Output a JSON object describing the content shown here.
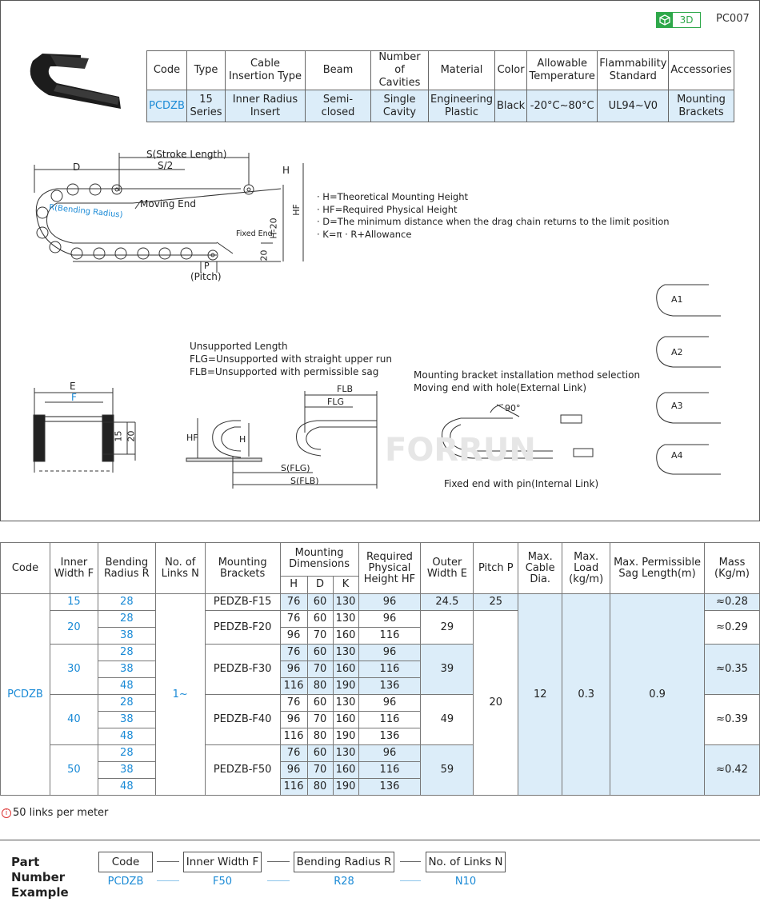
{
  "header": {
    "badge_3d": "3D",
    "product_code": "PC007"
  },
  "spec_table": {
    "headers": [
      "Code",
      "Type",
      "Cable Insertion Type",
      "Beam",
      "Number of Cavities",
      "Material",
      "Color",
      "Allowable Temperature",
      "Flammability Standard",
      "Accessories"
    ],
    "values": [
      "PCDZB",
      "15 Series",
      "Inner Radius Insert",
      "Semi-closed",
      "Single Cavity",
      "Engineering Plastic",
      "Black",
      "-20°C~80°C",
      "UL94~V0",
      "Mounting Brackets"
    ]
  },
  "drawing_labels": {
    "stroke": "S(Stroke Length)",
    "half": "S/2",
    "d": "D",
    "moving_end": "Moving End",
    "bending_radius": "R(Bending Radius)",
    "fixed_end": "Fixed End",
    "pitch_p": "P",
    "pitch": "(Pitch)",
    "h": "H",
    "hf": "HF",
    "h20": "H-20",
    "twenty": "20",
    "e": "E",
    "f": "F",
    "fifteen": "15",
    "twenty_b": "20",
    "flb": "FLB",
    "flg": "FLG",
    "sflg": "S(FLG)",
    "sflb": "S(FLB)",
    "ninety": "90°",
    "a1": "A1",
    "a2": "A2",
    "a3": "A3",
    "a4": "A4",
    "h_b": "H",
    "hf_b": "HF",
    "watermark": "FORRUN"
  },
  "notes": [
    "· H=Theoretical Mounting Height",
    "· HF=Required Physical Height",
    "· D=The minimum distance when the drag chain returns to the limit position",
    "· K=π · R+Allowance"
  ],
  "unsupported": {
    "title": "Unsupported Length",
    "flg": "FLG=Unsupported with straight upper run",
    "flb": "FLB=Unsupported with permissible sag"
  },
  "mounting": {
    "title": "Mounting bracket installation method selection",
    "moving": "Moving end with hole(External Link)",
    "fixed": "Fixed end with pin(Internal Link)"
  },
  "main_table": {
    "headers": {
      "code": "Code",
      "inner_width": "Inner Width F",
      "bending_radius": "Bending Radius R",
      "links": "No. of Links N",
      "brackets": "Mounting Brackets",
      "mounting_dims": "Mounting Dimensions",
      "h": "H",
      "d": "D",
      "k": "K",
      "req_height": "Required Physical Height HF",
      "outer_width": "Outer Width E",
      "pitch": "Pitch P",
      "max_cable": "Max. Cable Dia.",
      "max_load": "Max. Load (kg/m)",
      "sag": "Max. Permissible Sag Length(m)",
      "mass": "Mass (Kg/m)"
    },
    "code": "PCDZB",
    "links": "1~",
    "pitch_15": "25",
    "pitch": "20",
    "max_cable": "12",
    "max_load": "0.3",
    "sag": "0.9",
    "groups": [
      {
        "f": "15",
        "bracket": "PEDZB-F15",
        "e": "24.5",
        "mass": "≈0.28",
        "rows": [
          {
            "r": "28",
            "h": "76",
            "d": "60",
            "k": "130",
            "hf": "96"
          }
        ]
      },
      {
        "f": "20",
        "bracket": "PEDZB-F20",
        "e": "29",
        "mass": "≈0.29",
        "rows": [
          {
            "r": "28",
            "h": "76",
            "d": "60",
            "k": "130",
            "hf": "96"
          },
          {
            "r": "38",
            "h": "96",
            "d": "70",
            "k": "160",
            "hf": "116"
          }
        ]
      },
      {
        "f": "30",
        "bracket": "PEDZB-F30",
        "e": "39",
        "mass": "≈0.35",
        "rows": [
          {
            "r": "28",
            "h": "76",
            "d": "60",
            "k": "130",
            "hf": "96"
          },
          {
            "r": "38",
            "h": "96",
            "d": "70",
            "k": "160",
            "hf": "116"
          },
          {
            "r": "48",
            "h": "116",
            "d": "80",
            "k": "190",
            "hf": "136"
          }
        ]
      },
      {
        "f": "40",
        "bracket": "PEDZB-F40",
        "e": "49",
        "mass": "≈0.39",
        "rows": [
          {
            "r": "28",
            "h": "76",
            "d": "60",
            "k": "130",
            "hf": "96"
          },
          {
            "r": "38",
            "h": "96",
            "d": "70",
            "k": "160",
            "hf": "116"
          },
          {
            "r": "48",
            "h": "116",
            "d": "80",
            "k": "190",
            "hf": "136"
          }
        ]
      },
      {
        "f": "50",
        "bracket": "PEDZB-F50",
        "e": "59",
        "mass": "≈0.42",
        "rows": [
          {
            "r": "28",
            "h": "76",
            "d": "60",
            "k": "130",
            "hf": "96"
          },
          {
            "r": "38",
            "h": "96",
            "d": "70",
            "k": "160",
            "hf": "116"
          },
          {
            "r": "48",
            "h": "116",
            "d": "80",
            "k": "190",
            "hf": "136"
          }
        ]
      }
    ]
  },
  "footnote": "50 links per meter",
  "part_number": {
    "title": "Part Number Example",
    "fields": [
      "Code",
      "Inner Width F",
      "Bending Radius R",
      "No. of Links N"
    ],
    "values": [
      "PCDZB",
      "F50",
      "R28",
      "N10"
    ]
  },
  "colors": {
    "blue_text": "#1a8ad6",
    "cell_blue": "#dcedf9",
    "green": "#2ea84a"
  }
}
